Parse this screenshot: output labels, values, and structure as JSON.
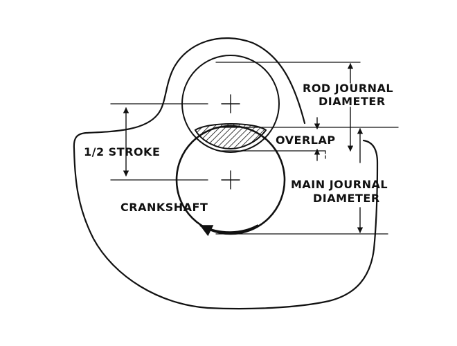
{
  "labels": {
    "rod_journal_line1": "ROD JOURNAL",
    "rod_journal_line2": "DIAMETER",
    "overlap": "OVERLAP",
    "half_stroke": "1/2 STROKE",
    "main_journal_line1": "MAIN JOURNAL",
    "main_journal_line2": "DIAMETER",
    "crankshaft": "CRANKSHAFT"
  },
  "colors": {
    "ink": "#111111",
    "background": "#ffffff"
  }
}
